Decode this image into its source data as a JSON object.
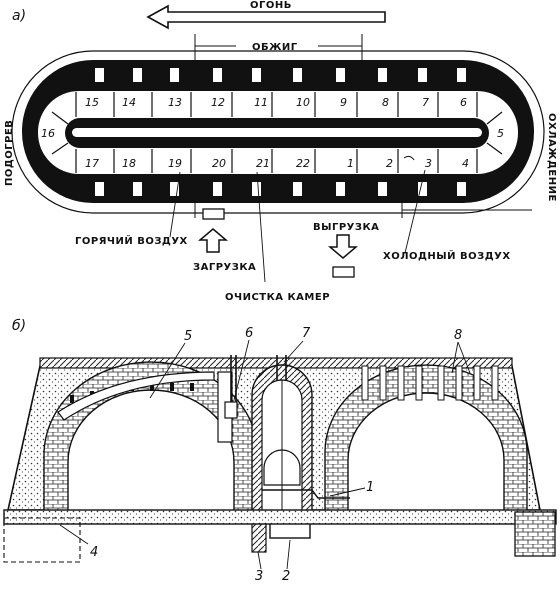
{
  "panel_a": {
    "label": "а)",
    "fire": "ОГОНЬ",
    "firing": "ОБЖИГ",
    "preheat": "ПОДОГРЕВ",
    "cooling": "ОХЛАЖДЕНИЕ",
    "hot_air": "ГОРЯЧИЙ ВОЗДУХ",
    "loading": "ЗАГРУЗКА",
    "chamber_cleaning": "ОЧИСТКА КАМЕР",
    "unloading": "ВЫГРУЗКА",
    "cold_air": "ХОЛОДНЫЙ ВОЗДУХ",
    "chambers_top": [
      "15",
      "14",
      "13",
      "12",
      "11",
      "10",
      "9",
      "8",
      "7",
      "6"
    ],
    "chambers_bottom": [
      "17",
      "18",
      "19",
      "20",
      "21",
      "22",
      "1",
      "2",
      "3",
      "4"
    ],
    "chamber_left": "16",
    "chamber_right": "5"
  },
  "panel_b": {
    "label": "б)",
    "callouts": [
      "1",
      "2",
      "3",
      "4",
      "5",
      "6",
      "7",
      "8"
    ]
  }
}
